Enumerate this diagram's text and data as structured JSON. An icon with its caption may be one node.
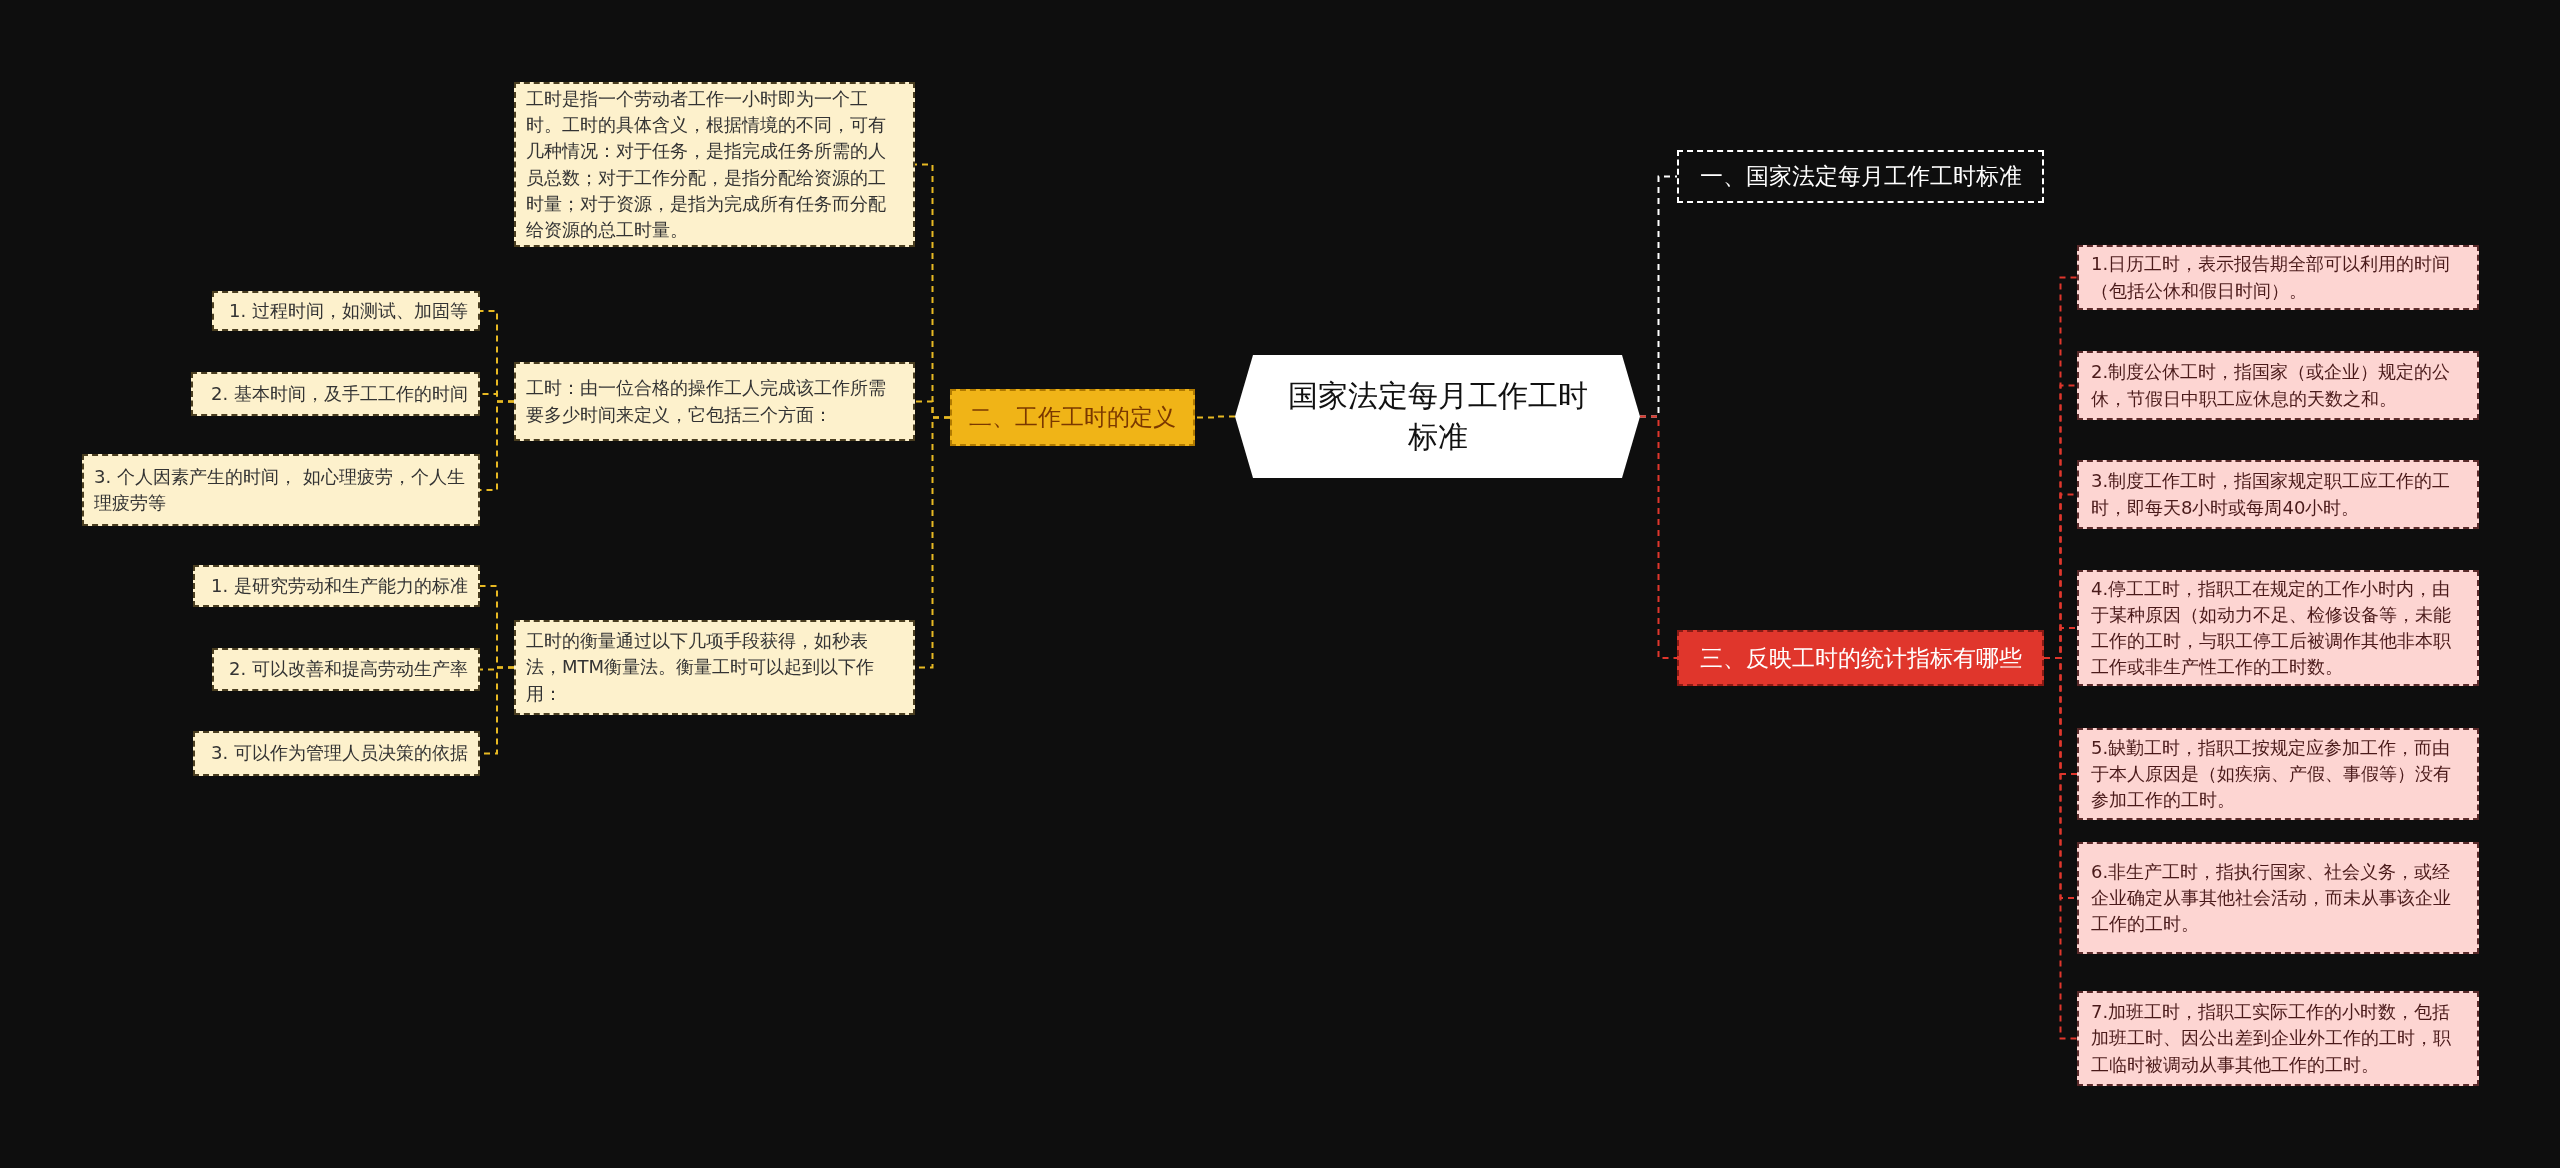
{
  "diagram": {
    "nodes": [
      {
        "text": [
          "国家法定每月工作工时标准"
        ]
      },
      {
        "text": [
          "一、国家法定每月工作工时标准"
        ]
      },
      {
        "text": [
          "二、工作工时的定义"
        ]
      },
      {
        "text": [
          "工时是指一个劳动者工作一小时即为一个工时。工时的具体含义，根据情境的不同，可有几种情况：对于任务，是指完成任务所需的人员总数；对于工作分配，是指分配给资源的工时量；对于资源，是指为完成所有任务而分配给资源的总工时量。"
        ]
      },
      {
        "text": [
          "工时：由一位合格的操作工人完成该工作所需要多少时间来定义，它包括三个方面："
        ]
      },
      {
        "text": [
          "1. 过程时间，如测试、加固等"
        ]
      },
      {
        "text": [
          "2. 基本时间，及手工工作的时间"
        ]
      },
      {
        "text": [
          "3. 个人因素产生的时间， 如心理疲劳，个人生理疲劳等"
        ]
      },
      {
        "text": [
          "工时的衡量通过以下几项手段获得，如秒表法，MTM衡量法。衡量工时可以起到以下作用："
        ]
      },
      {
        "text": [
          "1. 是研究劳动和生产能力的标准"
        ]
      },
      {
        "text": [
          "2. 可以改善和提高劳动生产率"
        ]
      },
      {
        "text": [
          "3. 可以作为管理人员决策的依据"
        ]
      },
      {
        "text": [
          "三、反映工时的统计指标有哪些"
        ]
      },
      {
        "text": [
          "1.日历工时，表示报告期全部可以利用的时间（包括公休和假日时间）。"
        ]
      },
      {
        "text": [
          "2.制度公休工时，指国家（或企业）规定的公休，节假日中职工应休息的天数之和。"
        ]
      },
      {
        "text": [
          "3.制度工作工时，指国家规定职工应工作的工时，即每天8小时或每周40小时。"
        ]
      },
      {
        "text": [
          "4.停工工时，指职工在规定的工作小时内，由于某种原因（如动力不足、检修设备等，未能工作的工时，与职工停工后被调作其他非本职工作或非生产性工作的工时数。"
        ]
      },
      {
        "text": [
          "5.缺勤工时，指职工按规定应参加工作，而由于本人原因是（如疾病、产假、事假等）没有参加工作的工时。"
        ]
      },
      {
        "text": [
          "6.非生产工时，指执行国家、社会义务，或经企业确定从事其他社会活动，而未从事该企业工作的工时。"
        ]
      },
      {
        "text": [
          "7.加班工时，指职工实际工作的小时数，包括加班工时、因公出差到企业外工作的工时，职工临时被调动从事其他工作的工时。"
        ]
      }
    ],
    "edges": [
      {
        "from": 0,
        "to": 1,
        "arrow": "none",
        "color": "#ffffff"
      },
      {
        "from": 0,
        "to": 2,
        "arrow": "none"
      },
      {
        "from": 2,
        "to": 3,
        "arrow": "none"
      },
      {
        "from": 2,
        "to": 4,
        "arrow": "none"
      },
      {
        "from": 4,
        "to": 5,
        "arrow": "none"
      },
      {
        "from": 4,
        "to": 6,
        "arrow": "none"
      },
      {
        "from": 4,
        "to": 7,
        "arrow": "none"
      },
      {
        "from": 2,
        "to": 8,
        "arrow": "none"
      },
      {
        "from": 8,
        "to": 9,
        "arrow": "none"
      },
      {
        "from": 8,
        "to": 10,
        "arrow": "none"
      },
      {
        "from": 8,
        "to": 11,
        "arrow": "none"
      },
      {
        "from": 0,
        "to": 12,
        "arrow": "none",
        "color": "#e0362c"
      },
      {
        "from": 12,
        "to": 13,
        "arrow": "none",
        "color": "#e0362c"
      },
      {
        "from": 12,
        "to": 14,
        "arrow": "none",
        "color": "#e0362c"
      },
      {
        "from": 12,
        "to": 15,
        "arrow": "none",
        "color": "#e0362c"
      },
      {
        "from": 12,
        "to": 16,
        "arrow": "none",
        "color": "#e0362c"
      },
      {
        "from": 12,
        "to": 17,
        "arrow": "none",
        "color": "#e0362c"
      },
      {
        "from": 12,
        "to": 18,
        "arrow": "none",
        "color": "#e0362c"
      },
      {
        "from": 12,
        "to": 19,
        "arrow": "none",
        "color": "#e0362c"
      }
    ]
  }
}
